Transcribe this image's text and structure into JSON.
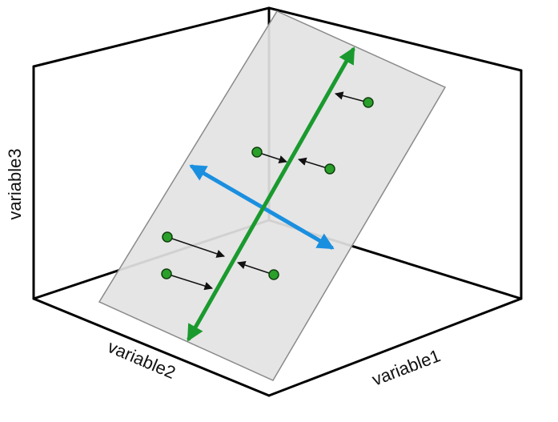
{
  "axes": {
    "x_label": "variable1",
    "y_label": "variable2",
    "z_label": "variable3"
  },
  "colors": {
    "box_edge": "#000000",
    "plane_fill": "#e3e3e3",
    "plane_edge": "#8a8a8a",
    "first_component": "#1a9a2e",
    "second_component": "#1a8fe0",
    "point_fill": "#2aa02a",
    "point_edge": "#0f3f0f",
    "projection_arrow": "#111111"
  },
  "elements": {
    "plane": "projection-plane",
    "first_component": "green double-headed arrow",
    "second_component": "blue double-headed arrow",
    "points": 6,
    "projection_arrows": 6
  }
}
